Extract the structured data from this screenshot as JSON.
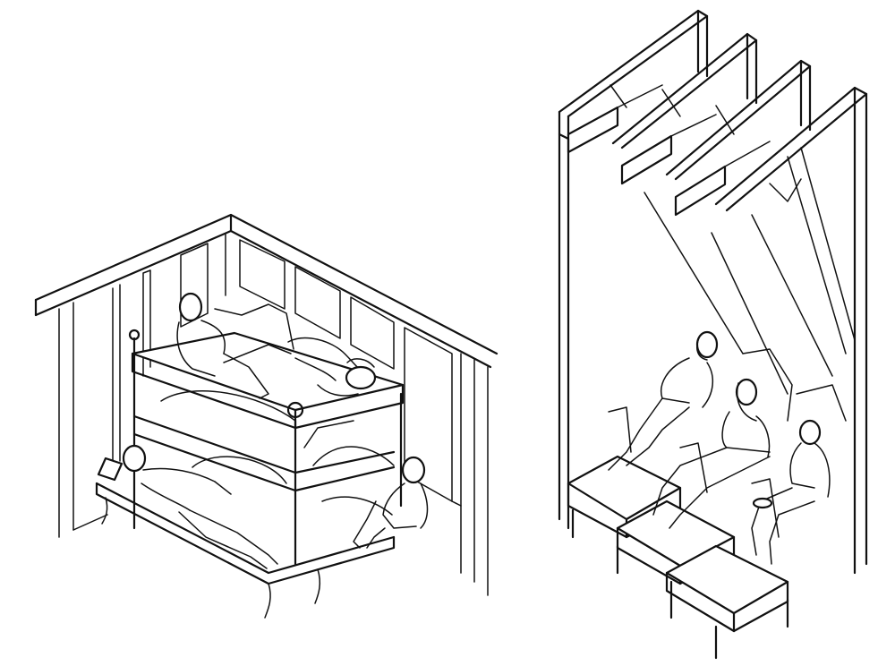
{
  "canvas": {
    "background": "#ffffff",
    "ink": "#111111"
  },
  "illustrations": [
    {
      "id": "bunk-room",
      "kind": "line-drawing",
      "icon": "bunk-bed-room-illustration"
    },
    {
      "id": "stacked-seating",
      "kind": "line-drawing",
      "icon": "stacked-seating-illustration"
    }
  ]
}
